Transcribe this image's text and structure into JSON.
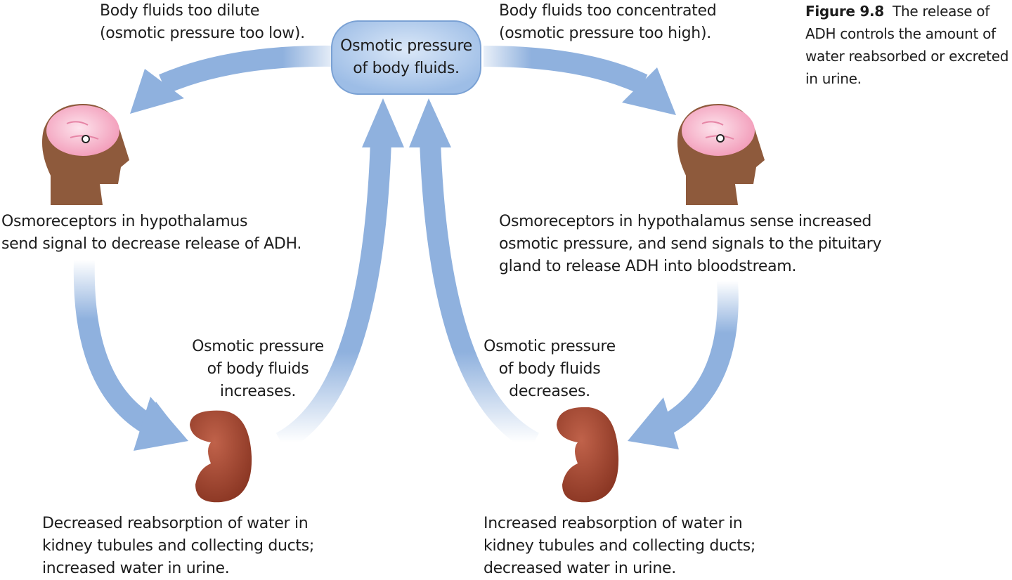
{
  "caption": {
    "figure_number": "Figure 9.8",
    "text": "The release of ADH controls the amount of water reabsorbed or excreted in urine."
  },
  "hub": {
    "label": "Osmotic pressure\nof body fluids."
  },
  "left_branch": {
    "trigger": "Body fluids too dilute\n(osmotic pressure too low).",
    "sensor": "Osmoreceptors in hypothalamus\nsend signal to decrease release of ADH.",
    "feedback": "Osmotic pressure\nof body fluids\nincreases.",
    "effect": "Decreased reabsorption of water in\nkidney tubules and collecting ducts;\nincreased water in urine."
  },
  "right_branch": {
    "trigger": "Body fluids too concentrated\n(osmotic pressure too high).",
    "sensor": "Osmoreceptors in hypothalamus sense increased\nosmotic pressure, and send signals to the pituitary\ngland to release ADH into bloodstream.",
    "feedback": "Osmotic pressure\nof body fluids\ndecreases.",
    "effect": "Increased reabsorption of water in\nkidney tubules and collecting ducts;\ndecreased water in urine."
  },
  "colors": {
    "arrow": "#8fb1de",
    "hub_fill": "#a9c6ec",
    "hub_stroke": "#6f98cf",
    "skin": "#8e5a3c",
    "brain": "#f4a2bd",
    "kidney": "#a1452f"
  }
}
